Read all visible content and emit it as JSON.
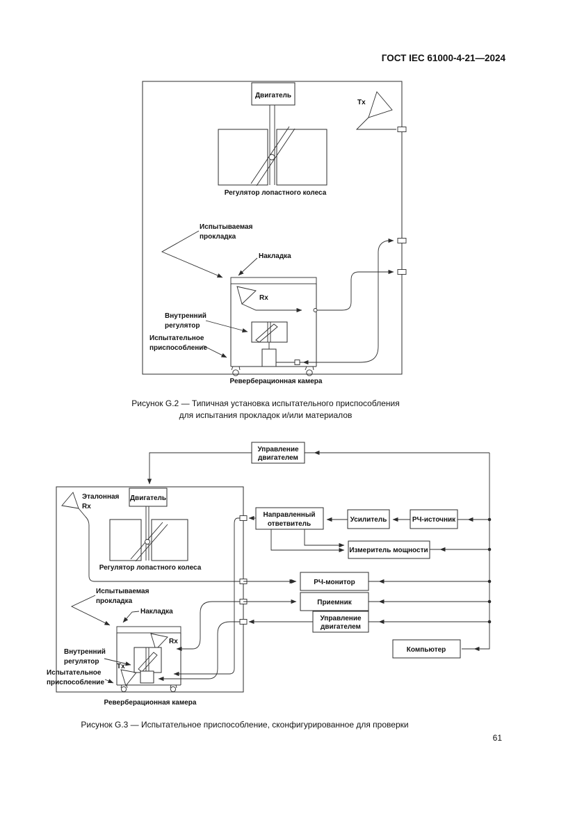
{
  "page": {
    "header": "ГОСТ IEC 61000-4-21—2024",
    "page_number": "61",
    "colors": {
      "ink": "#2b2b2b",
      "background": "#ffffff"
    }
  },
  "fig_g2": {
    "labels": {
      "motor": "Двигатель",
      "tx": "Tx",
      "paddle": "Регулятор лопастного колеса",
      "gasket_line1": "Испытываемая",
      "gasket_line2": "прокладка",
      "plate": "Накладка",
      "rx": "Rx",
      "stirrer_line1": "Внутренний",
      "stirrer_line2": "регулятор",
      "fixture_line1": "Испытательное",
      "fixture_line2": "приспособление",
      "chamber": "Реверберационная камера"
    },
    "caption_line1": "Рисунок G.2 — Типичная установка испытательного приспособления",
    "caption_line2": "для испытания прокладок и/или материалов"
  },
  "fig_g3": {
    "labels": {
      "control_top_line1": "Управление",
      "control_top_line2": "двигателем",
      "motor": "Двигатель",
      "ref_rx_line1": "Эталонная",
      "ref_rx_line2": "Rx",
      "paddle": "Регулятор лопастного колеса",
      "coupler_line1": "Направленный",
      "coupler_line2": "ответвитель",
      "amplifier": "Усилитель",
      "rf_source": "РЧ-источник",
      "power_meter": "Измеритель мощности",
      "rf_monitor": "РЧ-монитор",
      "receiver": "Приемник",
      "control_bottom_line1": "Управление",
      "control_bottom_line2": "двигателем",
      "computer": "Компьютер",
      "gasket_line1": "Испытываемая",
      "gasket_line2": "прокладка",
      "plate": "Накладка",
      "rx": "Rx",
      "stirrer_line1": "Внутренний",
      "stirrer_line2": "регулятор",
      "tx": "Tx",
      "fixture_line1": "Испытательное",
      "fixture_line2": "приспособление",
      "chamber": "Реверберационная камера"
    },
    "caption": "Рисунок G.3 — Испытательное приспособление, сконфигурированное для проверки"
  }
}
